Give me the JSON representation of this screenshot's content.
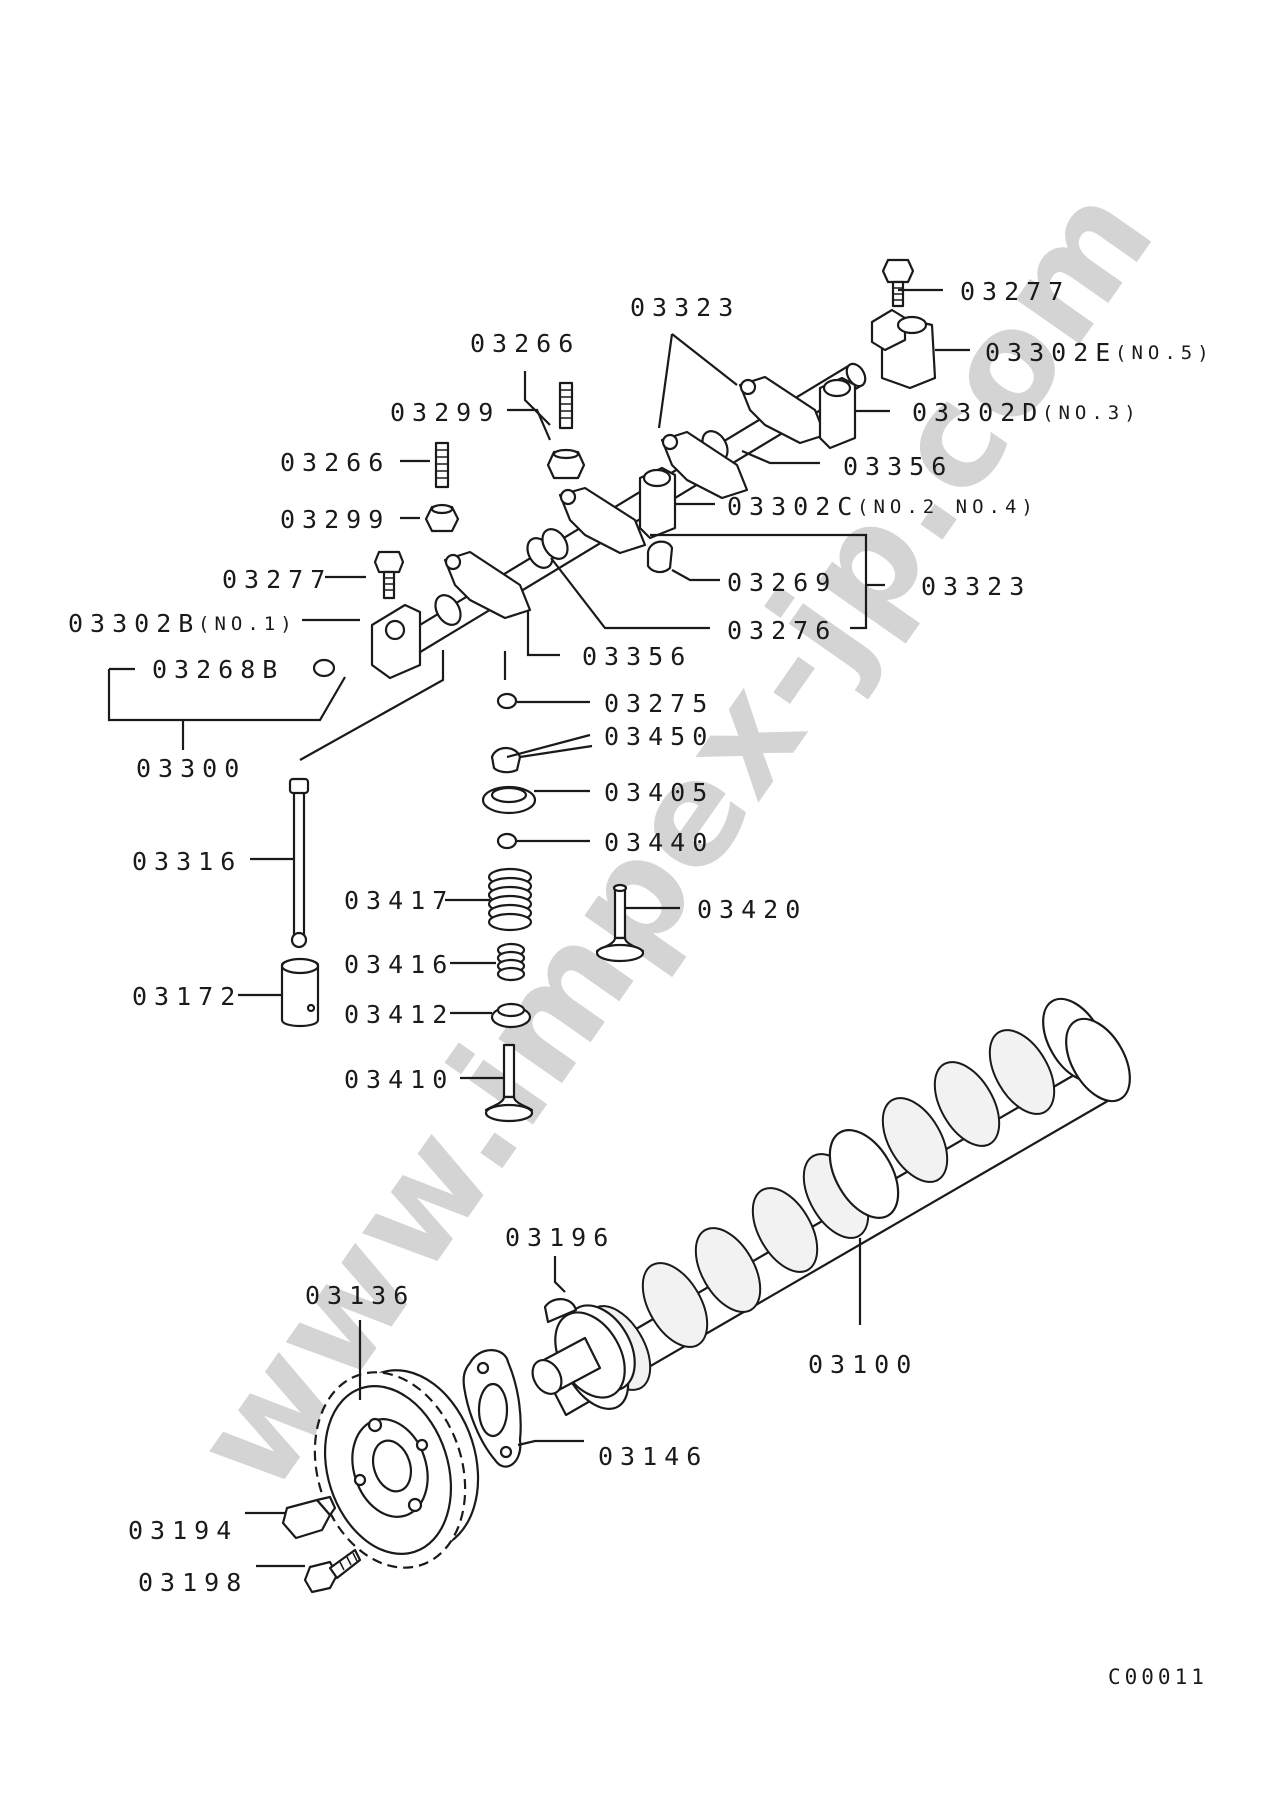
{
  "watermark": "www.impex-jp.com",
  "drawing_code": "C00011",
  "labels": {
    "p03277_top": "03277",
    "p03302E": "03302E",
    "p03302E_note": "(NO.5)",
    "p03323_top": "03323",
    "p03266_a": "03266",
    "p03302D": "03302D",
    "p03302D_note": "(NO.3)",
    "p03299_a": "03299",
    "p03356_a": "03356",
    "p03266_b": "03266",
    "p03302C": "03302C",
    "p03302C_note": "(NO.2 NO.4)",
    "p03299_b": "03299",
    "p03269": "03269",
    "p03323_right": "03323",
    "p03277_left": "03277",
    "p03302B": "03302B",
    "p03302B_note": "(NO.1)",
    "p03276": "03276",
    "p03268B": "03268B",
    "p03356_b": "03356",
    "p03275": "03275",
    "p03300": "03300",
    "p03450": "03450",
    "p03405": "03405",
    "p03440": "03440",
    "p03316": "03316",
    "p03417": "03417",
    "p03420": "03420",
    "p03416": "03416",
    "p03172": "03172",
    "p03412": "03412",
    "p03410": "03410",
    "p03196": "03196",
    "p03136": "03136",
    "p03100": "03100",
    "p03146": "03146",
    "p03194": "03194",
    "p03198": "03198"
  }
}
